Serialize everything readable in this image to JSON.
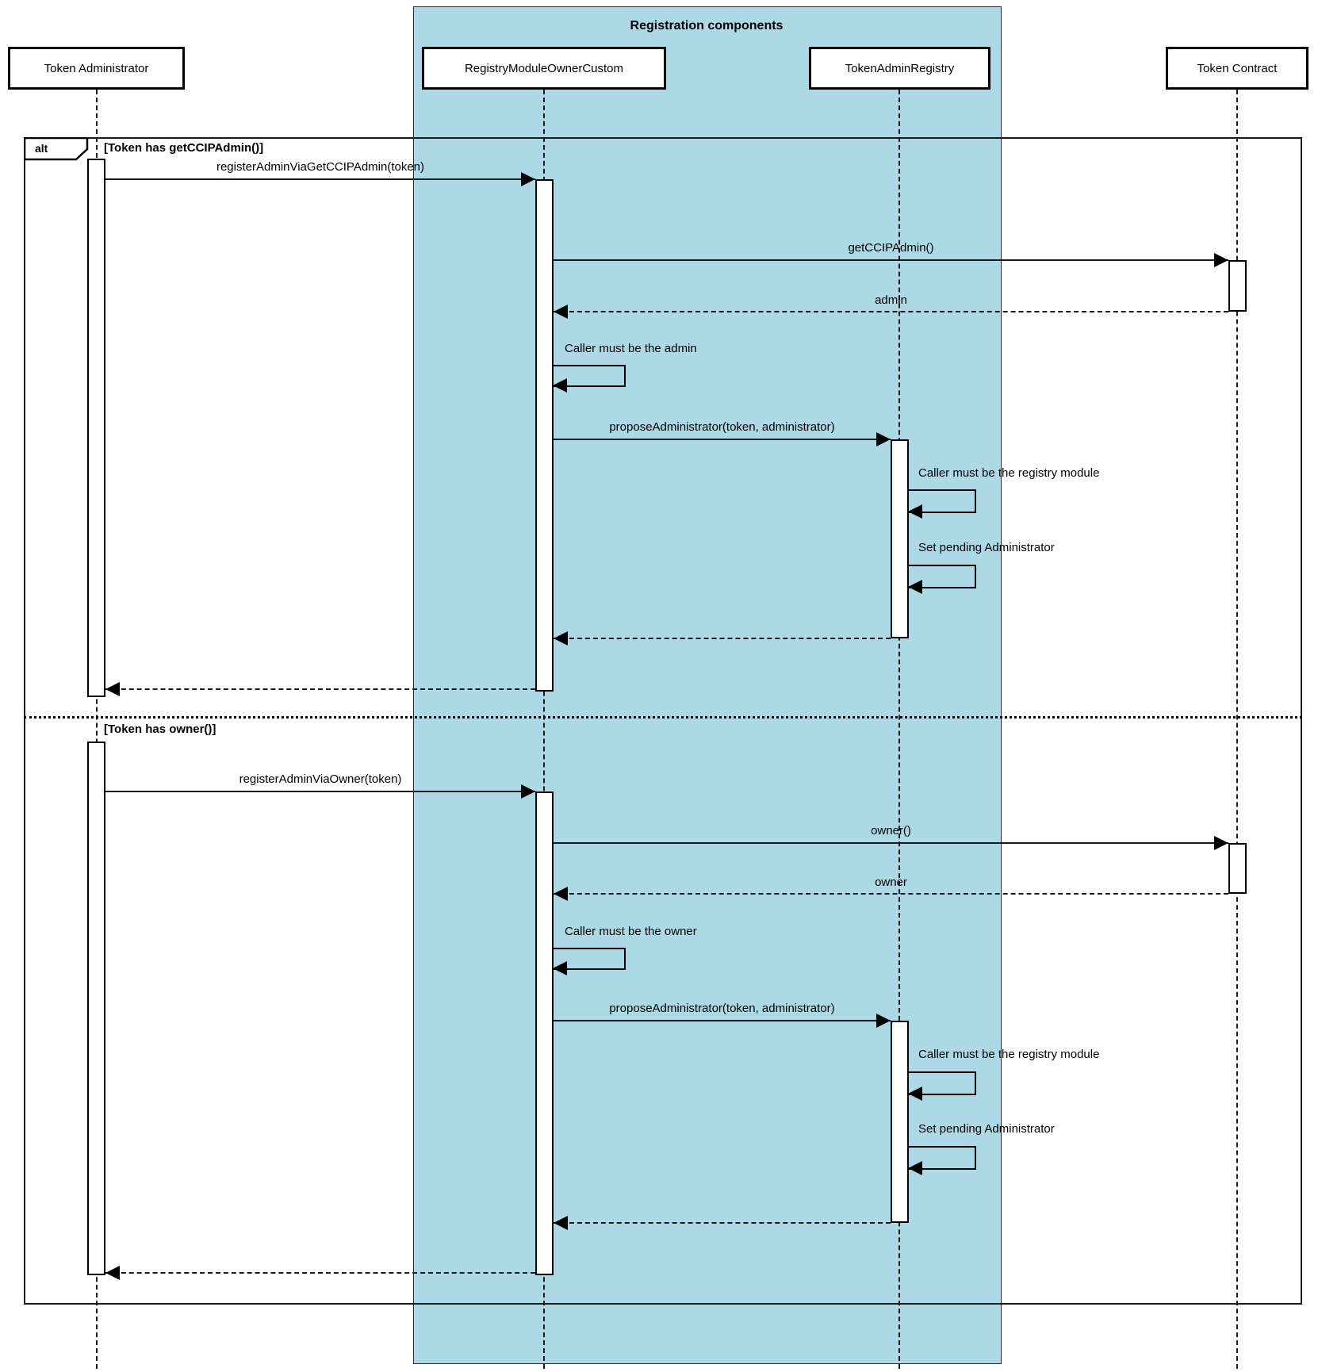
{
  "container": {
    "title": "Registration components",
    "fill": "#ADD8E6"
  },
  "frame": {
    "operator": "alt"
  },
  "participants": [
    {
      "label": "Token Administrator"
    },
    {
      "label": "RegistryModuleOwnerCustom"
    },
    {
      "label": "TokenAdminRegistry"
    },
    {
      "label": "Token Contract"
    }
  ],
  "sections": [
    {
      "guard": "[Token has getCCIPAdmin()]",
      "messages": {
        "register": "registerAdminViaGetCCIPAdmin(token)",
        "query": "getCCIPAdmin()",
        "query_return": "admin",
        "check_caller": "Caller must be the admin",
        "propose": "proposeAdministrator(token, administrator)",
        "check_registry": "Caller must be the registry module",
        "set_pending": "Set pending Administrator"
      }
    },
    {
      "guard": "[Token has owner()]",
      "messages": {
        "register": "registerAdminViaOwner(token)",
        "query": "owner()",
        "query_return": "owner",
        "check_caller": "Caller must be the owner",
        "propose": "proposeAdministrator(token, administrator)",
        "check_registry": "Caller must be the registry module",
        "set_pending": "Set pending Administrator"
      }
    }
  ]
}
